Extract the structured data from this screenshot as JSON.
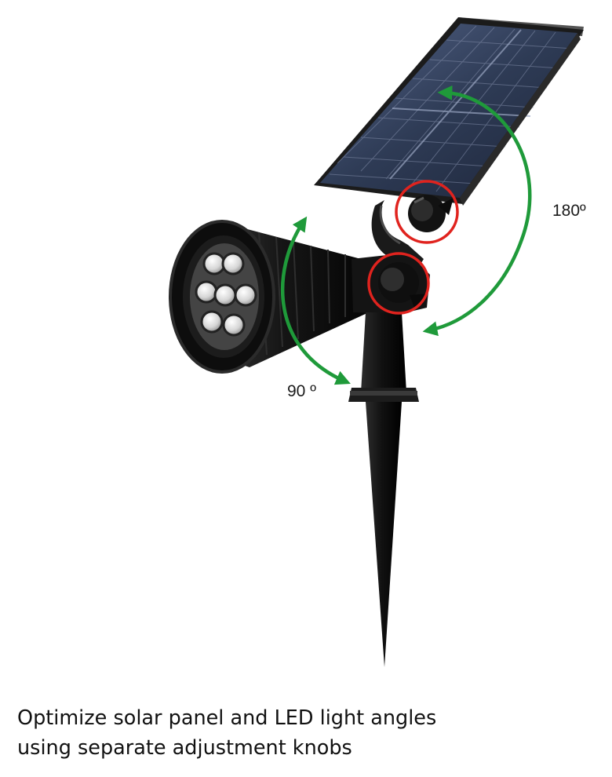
{
  "labels": {
    "panel_angle": "180º",
    "light_angle": "90 º"
  },
  "caption": {
    "line1": "Optimize solar panel and LED light angles",
    "line2": "using separate adjustment knobs"
  },
  "colors": {
    "arrow_green": "#1f9a3a",
    "highlight_red": "#e0231e",
    "body_black": "#141414",
    "panel_blue": "#3a4a66"
  },
  "icons": {
    "rotation_arrow": "curved-double-arrow",
    "knob_highlight": "red-circle"
  }
}
